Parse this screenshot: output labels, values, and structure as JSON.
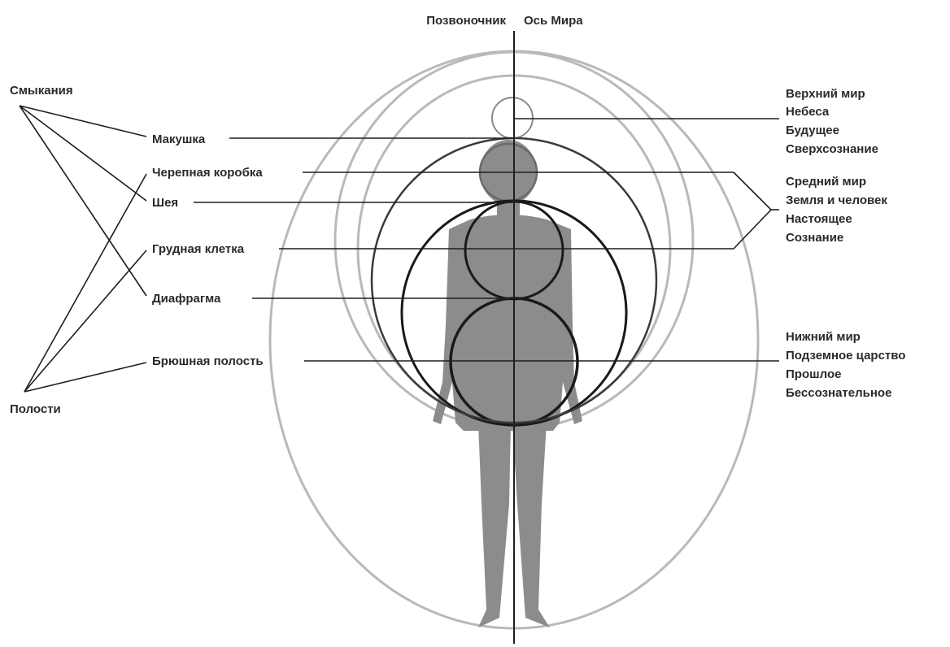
{
  "axis_labels": {
    "spine": "Позвоночник",
    "world_axis": "Ось Мира"
  },
  "groups": {
    "closures": "Смыкания",
    "cavities": "Полости"
  },
  "body_parts": [
    "Макушка",
    "Черепная коробка",
    "Шея",
    "Грудная клетка",
    "Диафрагма",
    "Брюшная полость"
  ],
  "worlds": {
    "upper": [
      "Верхний мир",
      "Небеса",
      "Будущее",
      "Сверхсознание"
    ],
    "middle": [
      "Средний мир",
      "Земля и человек",
      "Настоящее",
      "Сознание"
    ],
    "lower": [
      "Нижний мир",
      "Подземное царство",
      "Прошлое",
      "Бессознательное"
    ]
  },
  "colors": {
    "body": "#8c8c8c",
    "light_circle": "#b8b8b8",
    "dark_circle": "#1a1a1a",
    "line": "#1e1e1e"
  }
}
